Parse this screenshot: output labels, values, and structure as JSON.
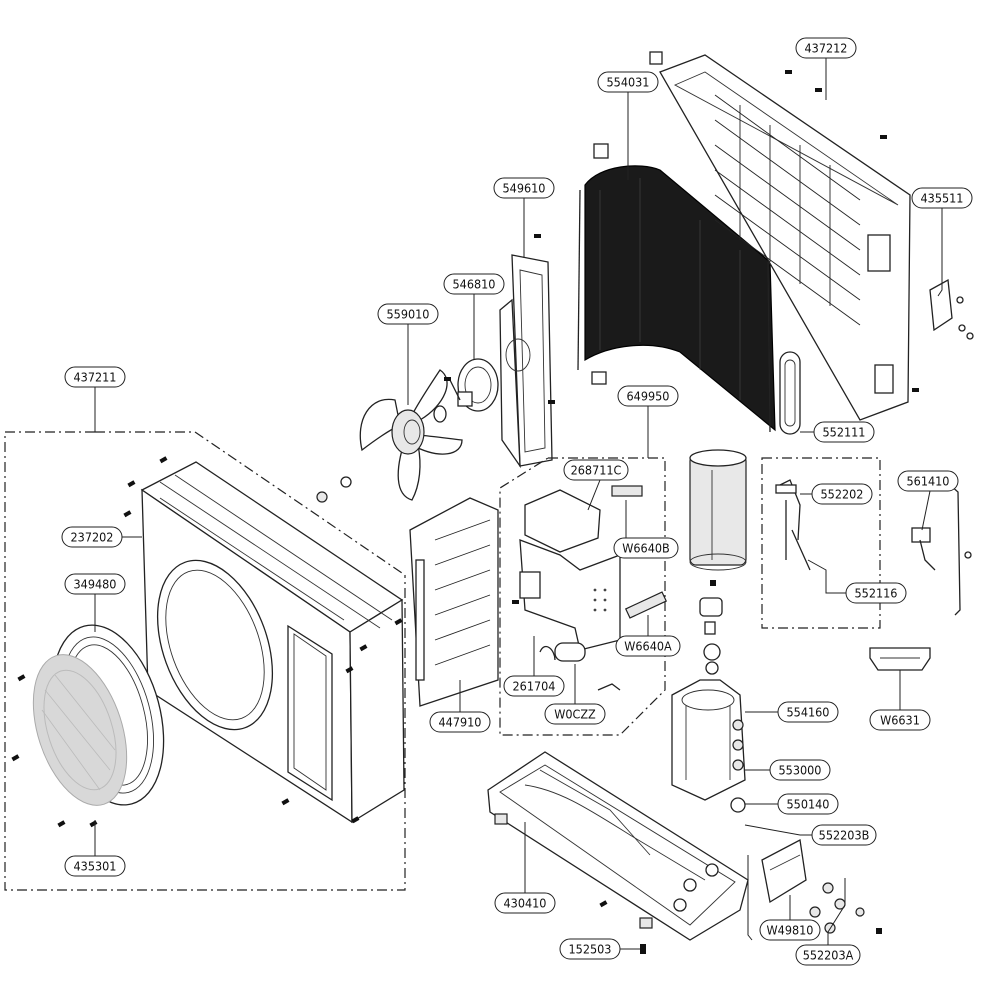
{
  "diagram": {
    "labels": {
      "p437212": "437212",
      "p554031": "554031",
      "p549610": "549610",
      "p435511": "435511",
      "p546810": "546810",
      "p559010": "559010",
      "p437211": "437211",
      "p649950": "649950",
      "p552111": "552111",
      "p268711C": "268711C",
      "p561410": "561410",
      "p552202": "552202",
      "p237202": "237202",
      "pW6640B": "W6640B",
      "p349480": "349480",
      "p552116": "552116",
      "pW6640A": "W6640A",
      "p261704": "261704",
      "p447910": "447910",
      "pW0CZZ": "W0CZZ",
      "p554160": "554160",
      "pW6631": "W6631",
      "p553000": "553000",
      "p550140": "550140",
      "p552203B": "552203B",
      "p435301": "435301",
      "p430410": "430410",
      "pW49810": "W49810",
      "p152503": "152503",
      "p552203A": "552203A"
    }
  }
}
